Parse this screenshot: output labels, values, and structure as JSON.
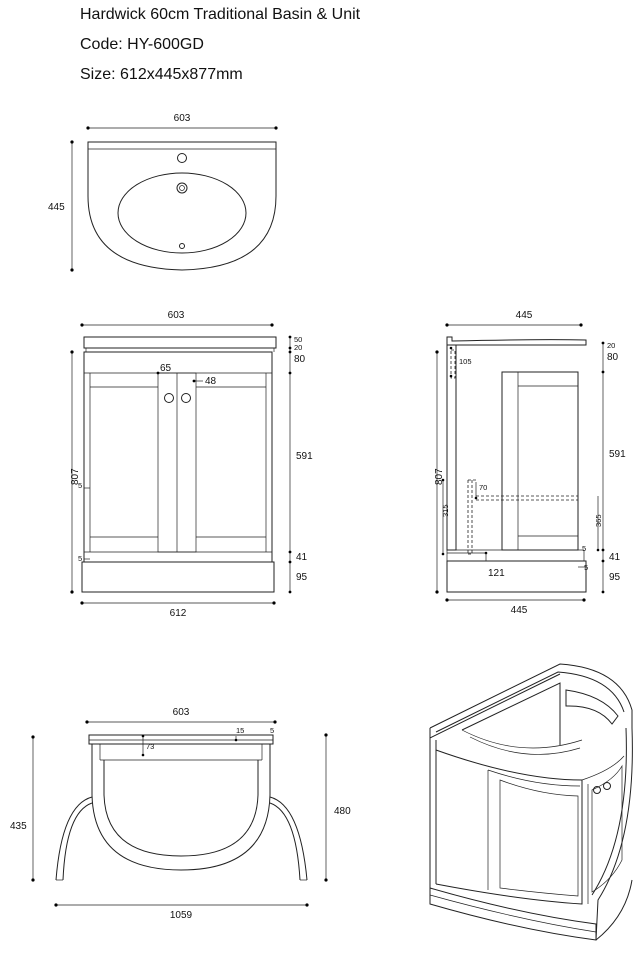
{
  "header": {
    "title": "Hardwick 60cm Traditional Basin & Unit",
    "code": "Code: HY-600GD",
    "size": "Size: 612x445x877mm"
  },
  "top_view": {
    "width": "603",
    "depth": "445"
  },
  "front_view": {
    "top_width": "603",
    "bottom_width": "612",
    "height": "807",
    "top_50": "50",
    "top_20": "20",
    "top_80": "80",
    "h_591": "591",
    "h_41": "41",
    "h_95": "95",
    "handle_65": "65",
    "handle_48": "48",
    "gap_5a": "5",
    "gap_5b": "5"
  },
  "side_view": {
    "top_depth": "445",
    "bottom_depth": "445",
    "height": "807",
    "top_20": "20",
    "top_80": "80",
    "h_105": "105",
    "h_591": "591",
    "h_41": "41",
    "h_95": "95",
    "h_70": "70",
    "h_315": "315",
    "h_365": "365",
    "w_121": "121",
    "gap_5a": "5",
    "gap_5b": "5"
  },
  "plan_view": {
    "width": "603",
    "h_73": "73",
    "h_15": "15",
    "h_5": "5",
    "left_height": "435",
    "right_height": "480",
    "spread": "1059"
  }
}
